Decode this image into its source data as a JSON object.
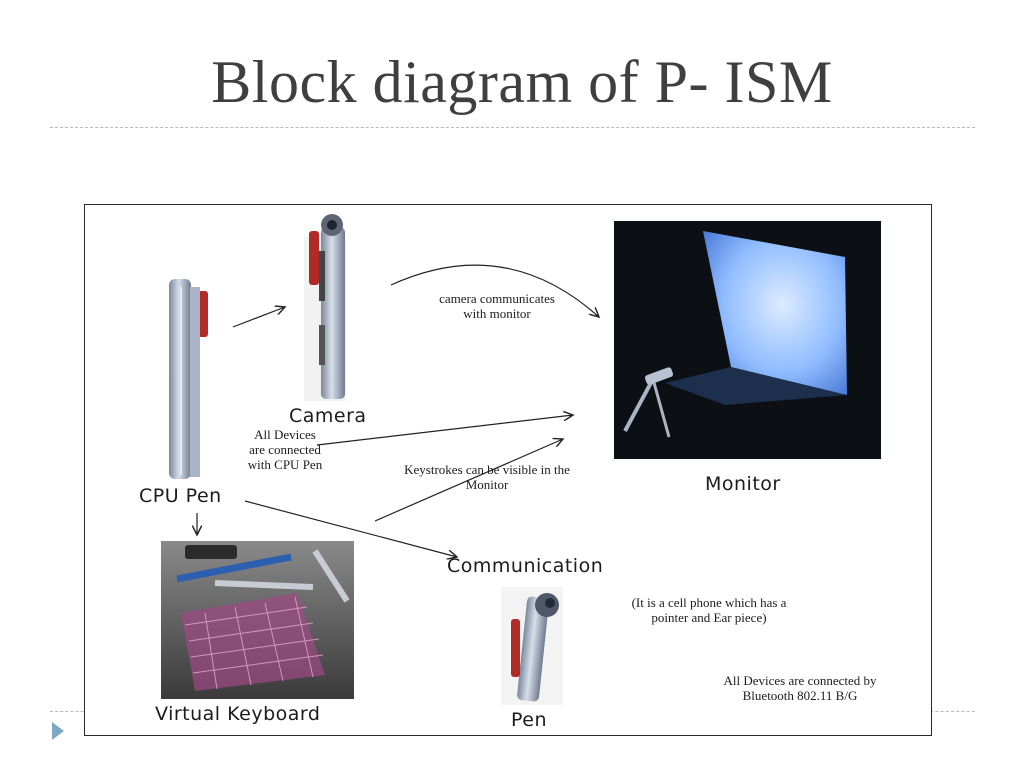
{
  "slide": {
    "title": "Block diagram of P- ISM"
  },
  "diagram": {
    "labels": {
      "camera": "Camera",
      "cpu_pen": "CPU Pen",
      "monitor": "Monitor",
      "communication": "Communication",
      "virtual_keyboard": "Virtual Keyboard",
      "pen": "Pen"
    },
    "notes": {
      "camera_monitor_line1": "camera communicates",
      "camera_monitor_line2": "with monitor",
      "devices_line1": "All Devices",
      "devices_line2": "are connected",
      "devices_line3": "with CPU Pen",
      "keystrokes_line1": "Keystrokes can be visible in the",
      "keystrokes_line2": "Monitor",
      "phone_line1": "(It is a cell phone which has a",
      "phone_line2": "pointer and Ear piece)",
      "bluetooth_line1": "All Devices are connected by",
      "bluetooth_line2": "Bluetooth 802.11 B/G"
    },
    "colors": {
      "pen_metal": "#9aa8bd",
      "pen_clip": "#b22a26",
      "screen_glow": "#7fb0ff",
      "keyboard_glow": "#d77ab0",
      "arrow": "#222222"
    }
  }
}
